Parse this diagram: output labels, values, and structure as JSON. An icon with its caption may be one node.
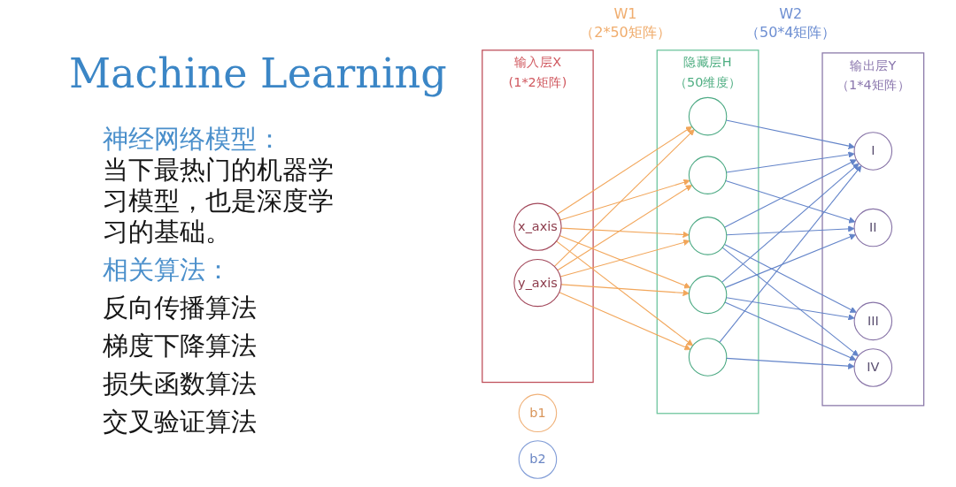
{
  "diagram": {
    "title": "Machine Learning",
    "nodes": [
      {
        "text": [
          "输入层X",
          "(1*2矩阵)"
        ]
      },
      {
        "text": [
          "x_axis"
        ],
        "in": 0
      },
      {
        "text": [
          "y_axis"
        ],
        "in": 0
      },
      {
        "text": [
          "隐藏层H",
          "（50维度）"
        ]
      },
      {
        "text": [],
        "shape": "circle",
        "in": 3
      },
      {
        "text": [],
        "shape": "circle",
        "in": 3
      },
      {
        "text": [],
        "shape": "circle",
        "in": 3
      },
      {
        "text": [],
        "shape": "circle",
        "in": 3
      },
      {
        "text": [],
        "shape": "circle",
        "in": 3
      },
      {
        "text": [
          "输出层Y",
          "（1*4矩阵）"
        ]
      },
      {
        "text": [
          "I"
        ],
        "in": 9
      },
      {
        "text": [
          "II"
        ],
        "in": 9
      },
      {
        "text": [
          "III"
        ],
        "in": 9
      },
      {
        "text": [
          "IV"
        ],
        "in": 9
      },
      {
        "text": [
          "b1"
        ]
      },
      {
        "text": [
          "b2"
        ]
      }
    ],
    "edges": [
      {
        "from": 1,
        "to": 4,
        "arrow": "to",
        "color": "#f2a65a"
      },
      {
        "from": 1,
        "to": 5,
        "arrow": "to",
        "color": "#f2a65a"
      },
      {
        "from": 1,
        "to": 6,
        "arrow": "to",
        "color": "#f2a65a"
      },
      {
        "from": 1,
        "to": 7,
        "arrow": "to",
        "color": "#f2a65a"
      },
      {
        "from": 1,
        "to": 8,
        "arrow": "to",
        "color": "#f2a65a"
      },
      {
        "from": 2,
        "to": 4,
        "arrow": "to",
        "color": "#f2a65a"
      },
      {
        "from": 2,
        "to": 5,
        "arrow": "to",
        "color": "#f2a65a"
      },
      {
        "from": 2,
        "to": 6,
        "arrow": "to",
        "color": "#f2a65a"
      },
      {
        "from": 2,
        "to": 7,
        "arrow": "to",
        "color": "#f2a65a"
      },
      {
        "from": 2,
        "to": 8,
        "arrow": "to",
        "color": "#f2a65a"
      },
      {
        "from": 4,
        "to": 10,
        "arrow": "to"
      },
      {
        "from": 5,
        "to": 10,
        "arrow": "to"
      },
      {
        "from": 5,
        "to": 11,
        "arrow": "to"
      },
      {
        "from": 6,
        "to": 10,
        "arrow": "to"
      },
      {
        "from": 6,
        "to": 11,
        "arrow": "to"
      },
      {
        "from": 6,
        "to": 12,
        "arrow": "to"
      },
      {
        "from": 6,
        "to": 13,
        "arrow": "to"
      },
      {
        "from": 7,
        "to": 10,
        "arrow": "to"
      },
      {
        "from": 7,
        "to": 11,
        "arrow": "to"
      },
      {
        "from": 7,
        "to": 12,
        "arrow": "to"
      },
      {
        "from": 7,
        "to": 13,
        "arrow": "to"
      },
      {
        "from": 8,
        "to": 10,
        "arrow": "to"
      },
      {
        "from": 8,
        "to": 13,
        "arrow": "to"
      }
    ],
    "labels": [
      "神经网络模型：",
      "当下最热门的机器学习模型，也是深度学习的基础。",
      "相关算法：",
      "反向传播算法",
      "梯度下降算法",
      "损失函数算法",
      "交叉验证算法",
      "W1",
      "（2*50矩阵）",
      "W2",
      "（50*4矩阵）"
    ]
  }
}
